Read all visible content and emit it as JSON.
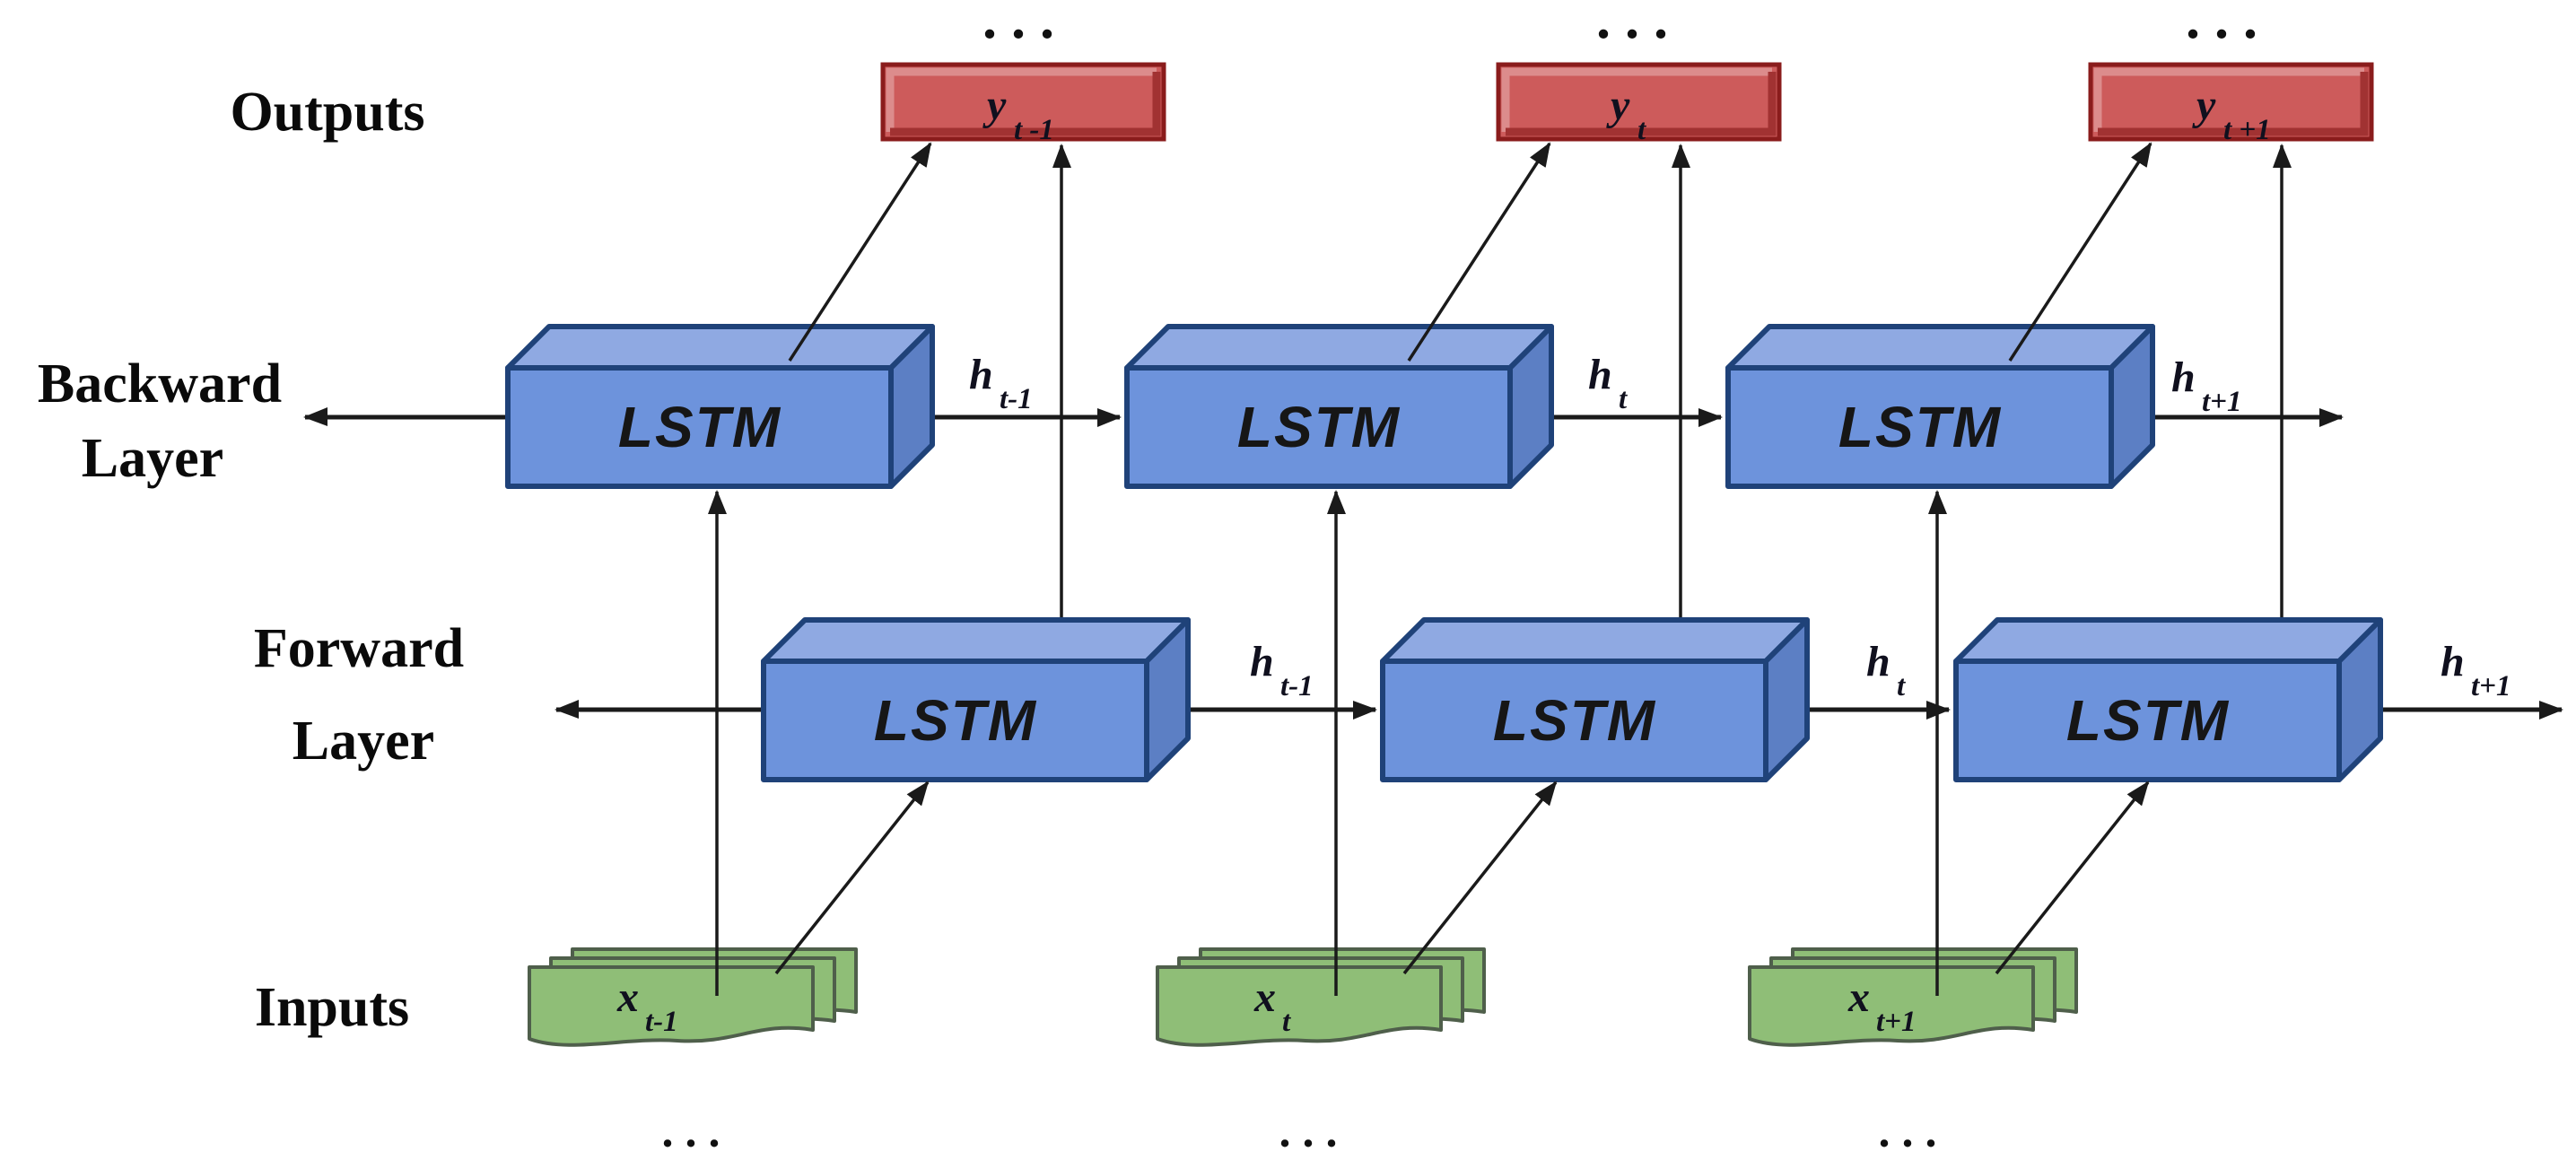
{
  "side_labels": {
    "outputs": "Outputs",
    "backward": [
      "Backward",
      "Layer"
    ],
    "forward": [
      "Forward",
      "Layer"
    ],
    "inputs": "Inputs"
  },
  "lstm": {
    "label": "LSTM"
  },
  "outputs_row": {
    "ellipsis": ". . .",
    "boxes": [
      {
        "main": "y",
        "sub": "t -1"
      },
      {
        "main": "y",
        "sub": "t"
      },
      {
        "main": "y",
        "sub": "t +1"
      }
    ]
  },
  "backward_layer": {
    "hidden": [
      {
        "main": "h",
        "sub": "t-1"
      },
      {
        "main": "h",
        "sub": "t"
      },
      {
        "main": "h",
        "sub": "t+1"
      }
    ]
  },
  "forward_layer": {
    "hidden": [
      {
        "main": "h",
        "sub": "t-1"
      },
      {
        "main": "h",
        "sub": "t"
      },
      {
        "main": "h",
        "sub": "t+1"
      }
    ]
  },
  "inputs_row": {
    "ellipsis": ". . .",
    "stacks": [
      {
        "main": "x",
        "sub": "t-1"
      },
      {
        "main": "x",
        "sub": "t"
      },
      {
        "main": "x",
        "sub": "t+1"
      }
    ]
  },
  "colors": {
    "line": "#1a1a1a",
    "blue_front": "#6D93DC",
    "blue_top": "#8FA9E2",
    "blue_side": "#5C7FC4",
    "blue_border": "#1F4279",
    "red_fill": "#CD5B5B",
    "red_border": "#8A1C1C",
    "red_hi": "#DC8C8C",
    "red_sh": "#A13232",
    "green_fill": "#8FBE77",
    "green_border": "#4F5F4B"
  }
}
